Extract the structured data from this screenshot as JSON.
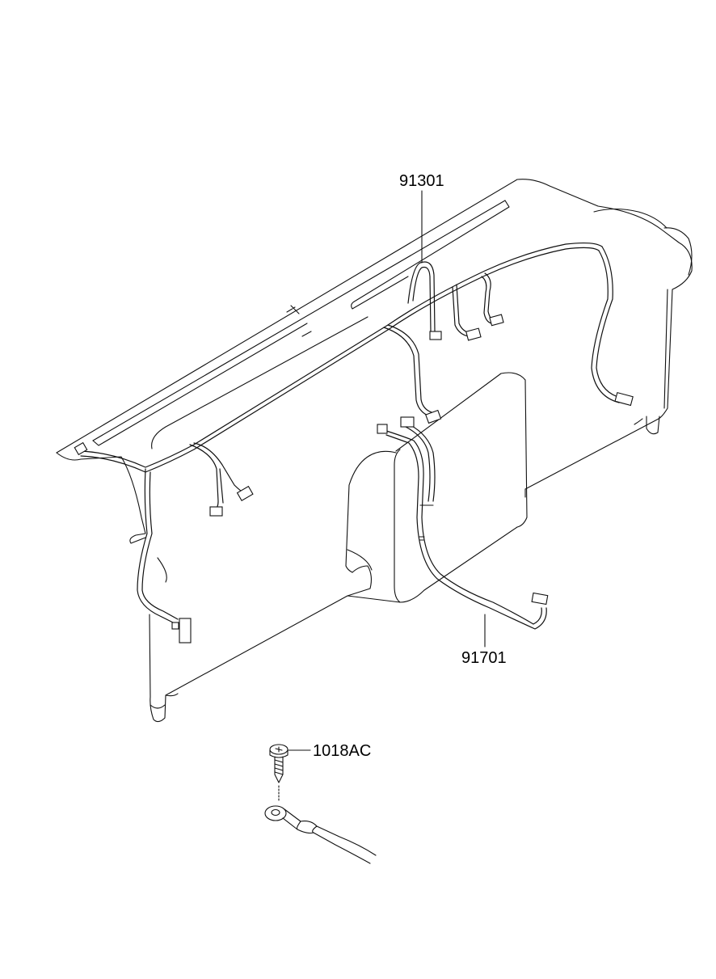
{
  "callouts": {
    "harness_upper": "91301",
    "harness_lower": "91701",
    "screw": "1018AC"
  }
}
